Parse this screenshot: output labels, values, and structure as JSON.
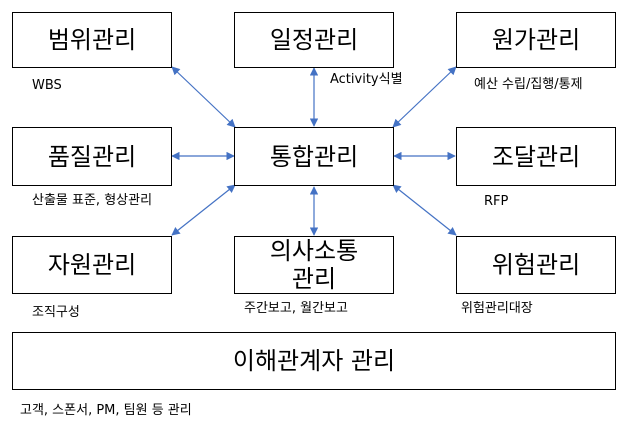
{
  "boxes": {
    "scope": "범위관리",
    "schedule": "일정관리",
    "cost": "원가관리",
    "quality": "품질관리",
    "integration": "통합관리",
    "procurement": "조달관리",
    "hr": "자원관리",
    "communication": "의사소통\n관리",
    "risk": "위험관리",
    "stakeholder": "이해관계자 관리"
  },
  "notes": {
    "scope": "WBS",
    "schedule": "Activity식별",
    "cost": "예산 수립/집행/통제",
    "quality": "산출물 표준, 형상관리",
    "procurement": "RFP",
    "hr": "조직구성",
    "communication": "주간보고, 월간보고",
    "risk": "위험관리대장",
    "stakeholder": "고객, 스폰서, PM, 팀원 등 관리"
  },
  "colors": {
    "arrow": "#4472c4",
    "border": "#000000"
  }
}
